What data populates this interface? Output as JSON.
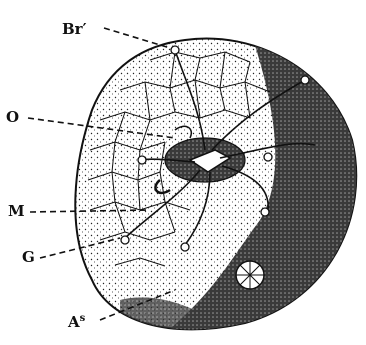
{
  "figure": {
    "labels": {
      "br": "Br′",
      "o": "O",
      "m": "M",
      "g": "G",
      "as_main": "A",
      "as_sup": "s"
    },
    "colors": {
      "ink": "#111111",
      "paper": "#ffffff",
      "dark_stipple": "#2a2a2a"
    }
  }
}
